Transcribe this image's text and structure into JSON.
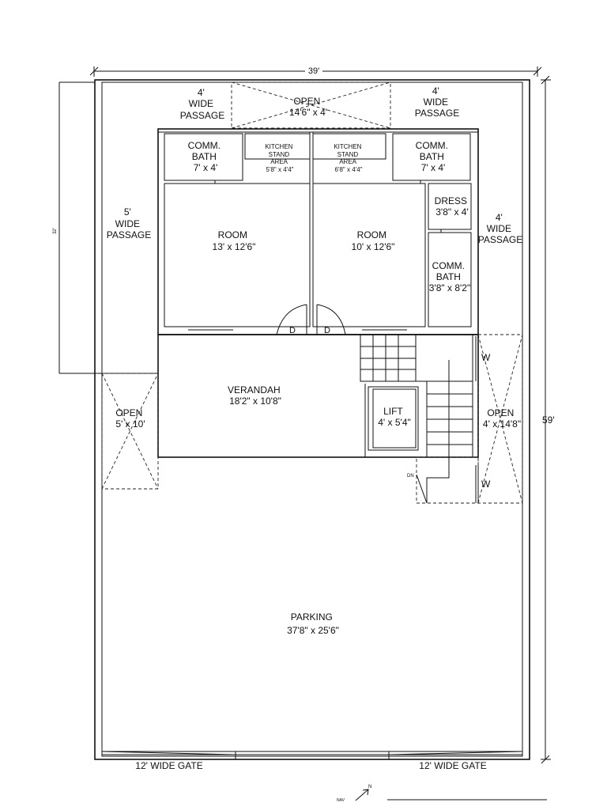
{
  "dimensions": {
    "width": "39'",
    "height": "59'",
    "left_small": "32'"
  },
  "spaces": {
    "passage_top_left": [
      "4'",
      "WIDE",
      "PASSAGE"
    ],
    "open_top": [
      "OPEN",
      "14'6\" x 4'"
    ],
    "passage_top_right": [
      "4'",
      "WIDE",
      "PASSAGE"
    ],
    "bath_left": [
      "COMM.",
      "BATH",
      "7' x 4'"
    ],
    "kitchen_left": [
      "KITCHEN",
      "STAND",
      "AREA",
      "5'8\" x 4'4\""
    ],
    "kitchen_right": [
      "KITCHEN",
      "STAND",
      "AREA",
      "6'8\" x 4'4\""
    ],
    "bath_right": [
      "COMM.",
      "BATH",
      "7' x 4'"
    ],
    "passage_left": [
      "5'",
      "WIDE",
      "PASSAGE"
    ],
    "room_left": [
      "ROOM",
      "13' x 12'6\""
    ],
    "room_right": [
      "ROOM",
      "10' x 12'6\""
    ],
    "dress": [
      "DRESS",
      "3'8\" x 4'"
    ],
    "passage_right": [
      "4'",
      "WIDE",
      "PASSAGE"
    ],
    "bath_small": [
      "COMM.",
      "BATH",
      "3'8\" x 8'2\""
    ],
    "door_left": "D",
    "door_right": "D",
    "verandah": [
      "VERANDAH",
      "18'2\" x 10'8\""
    ],
    "open_left": [
      "OPEN",
      "5' x 10'"
    ],
    "lift": [
      "LIFT",
      "4' x 5'4\""
    ],
    "open_right": [
      "OPEN",
      "4' x 14'8\""
    ],
    "window_top": "W",
    "window_bottom": "W",
    "stair_down": "DN",
    "parking": [
      "PARKING",
      "37'8\" x 25'6\""
    ],
    "gate_left": "12' WIDE GATE",
    "gate_right": "12' WIDE GATE",
    "north": "N",
    "footer_small": "NAV"
  }
}
